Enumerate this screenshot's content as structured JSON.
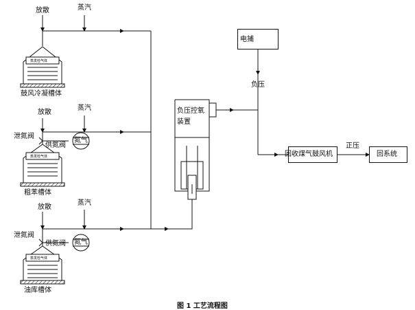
{
  "tanks": {
    "t1": {
      "name": "鼓风冷凝槽体",
      "plate": "蒸发检气体"
    },
    "t2": {
      "name": "粗苯槽体",
      "plate": "蒸发检气体"
    },
    "t3": {
      "name": "油库槽体",
      "plate": "蒸发检气体"
    }
  },
  "labels": {
    "vent1": "放散",
    "steam1": "蒸汽",
    "vent2": "放散",
    "steam2": "蒸汽",
    "vent3": "放散",
    "steam3": "蒸汽",
    "n_release2": "泄氮阀",
    "n_supply2": "供氮阀",
    "nitrogen2": "氮气",
    "n_release3": "泄氮阀",
    "n_supply3": "供氮阀",
    "nitrogen3": "氮气",
    "neg_pressure": "负压",
    "pos_pressure": "正压",
    "control_device_line1": "负压控氧",
    "control_device_line2": "装置"
  },
  "boxes": {
    "electrostatic": "电捕",
    "blower": "回收煤气鼓风机",
    "return_system": "回系统"
  },
  "caption": "图 1    工艺流程图"
}
